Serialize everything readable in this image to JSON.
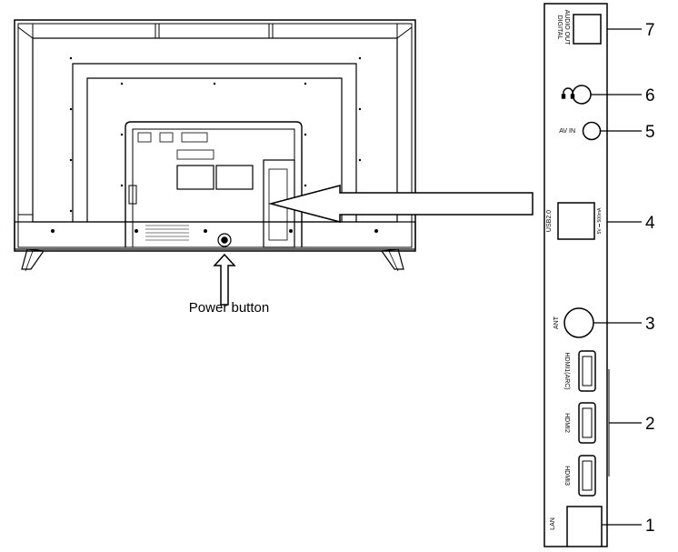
{
  "caption": "Power button",
  "ports": [
    {
      "num": "7",
      "label_lines": [
        "DIGITAL",
        "AUDIO OUT"
      ]
    },
    {
      "num": "6",
      "label_lines": []
    },
    {
      "num": "5",
      "label_lines": [
        "AV IN"
      ]
    },
    {
      "num": "4",
      "label_lines": [
        "USB2.0"
      ],
      "sub_label": "5V ⎓ 500mA"
    },
    {
      "num": "3",
      "label_lines": [
        "ANT"
      ]
    },
    {
      "num": "2",
      "label_lines": [
        "HDMI1(ARC)",
        "HDMI2",
        "HDMI3"
      ]
    },
    {
      "num": "1",
      "label_lines": [
        "LAN"
      ]
    }
  ],
  "icons": {
    "headphone": "headphone-icon"
  }
}
